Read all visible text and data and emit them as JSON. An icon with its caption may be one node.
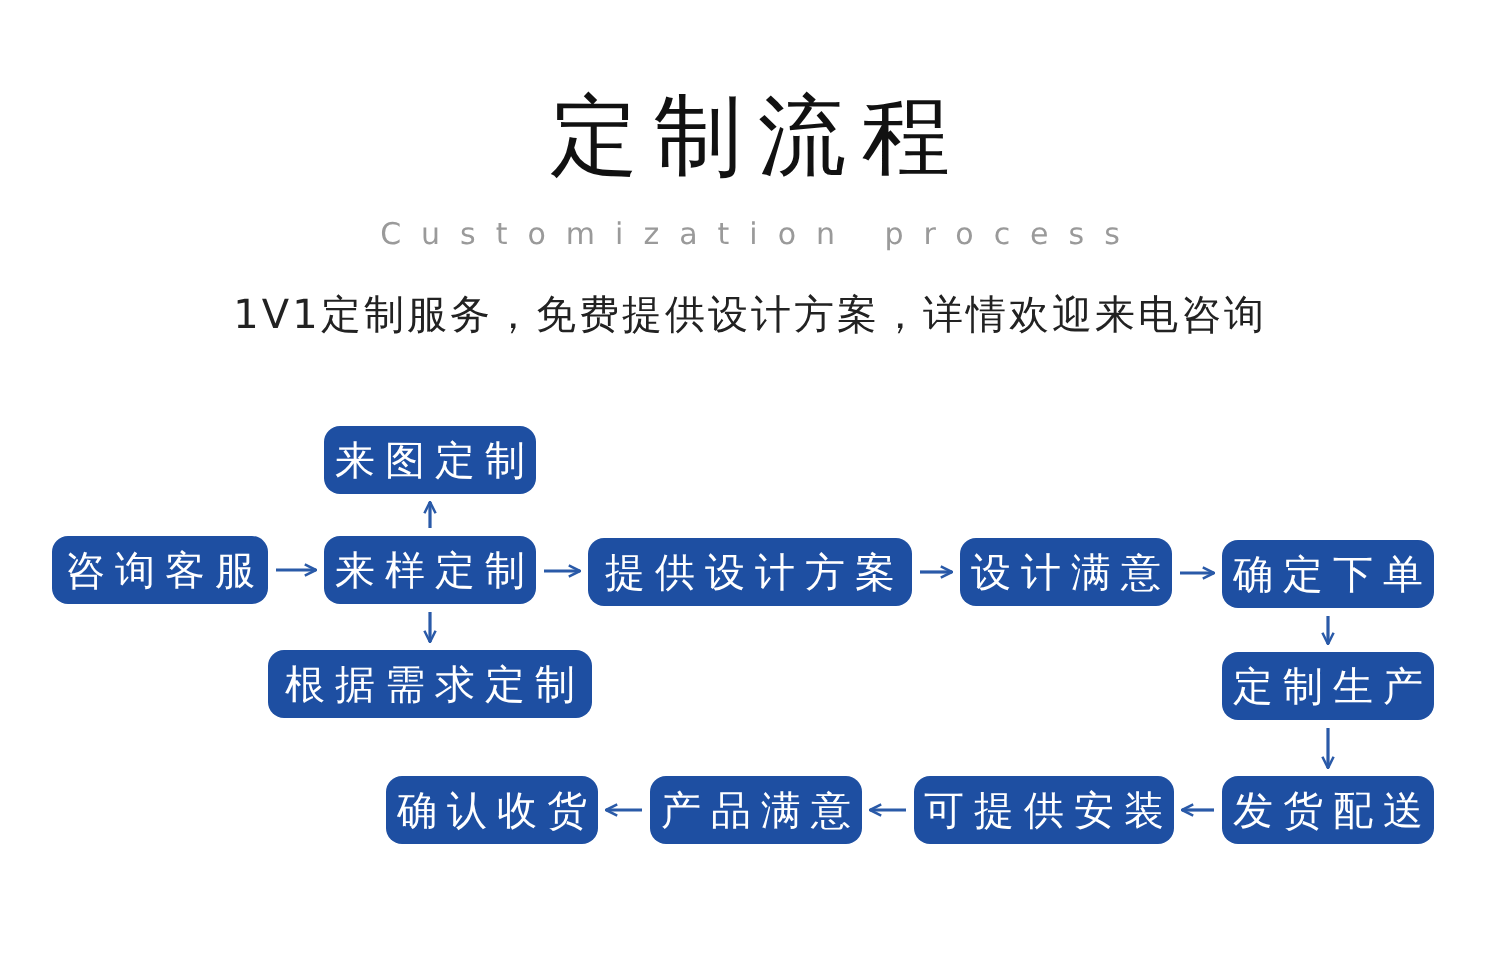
{
  "diagram": {
    "title": "定制流程",
    "nodes": [
      {
        "text": [
          "咨询客服"
        ]
      },
      {
        "text": [
          "来样定制"
        ]
      },
      {
        "text": [
          "来图定制"
        ]
      },
      {
        "text": [
          "根据需求定制"
        ]
      },
      {
        "text": [
          "提供设计方案"
        ]
      },
      {
        "text": [
          "设计满意"
        ]
      },
      {
        "text": [
          "确定下单"
        ]
      },
      {
        "text": [
          "定制生产"
        ]
      },
      {
        "text": [
          "发货配送"
        ]
      },
      {
        "text": [
          "可提供安装"
        ]
      },
      {
        "text": [
          "产品满意"
        ]
      },
      {
        "text": [
          "确认收货"
        ]
      }
    ],
    "edges": [
      {
        "from": 0,
        "to": 1,
        "arrow": "to"
      },
      {
        "from": 1,
        "to": 2,
        "arrow": "to"
      },
      {
        "from": 1,
        "to": 3,
        "arrow": "to"
      },
      {
        "from": 1,
        "to": 4,
        "arrow": "to"
      },
      {
        "from": 4,
        "to": 5,
        "arrow": "to"
      },
      {
        "from": 5,
        "to": 6,
        "arrow": "to"
      },
      {
        "from": 6,
        "to": 7,
        "arrow": "to"
      },
      {
        "from": 7,
        "to": 8,
        "arrow": "to"
      },
      {
        "from": 8,
        "to": 9,
        "arrow": "to"
      },
      {
        "from": 9,
        "to": 10,
        "arrow": "to"
      },
      {
        "from": 10,
        "to": 11,
        "arrow": "to"
      }
    ],
    "labels": [
      "Customization process",
      "1V1定制服务，免费提供设计方案，详情欢迎来电咨询"
    ]
  }
}
